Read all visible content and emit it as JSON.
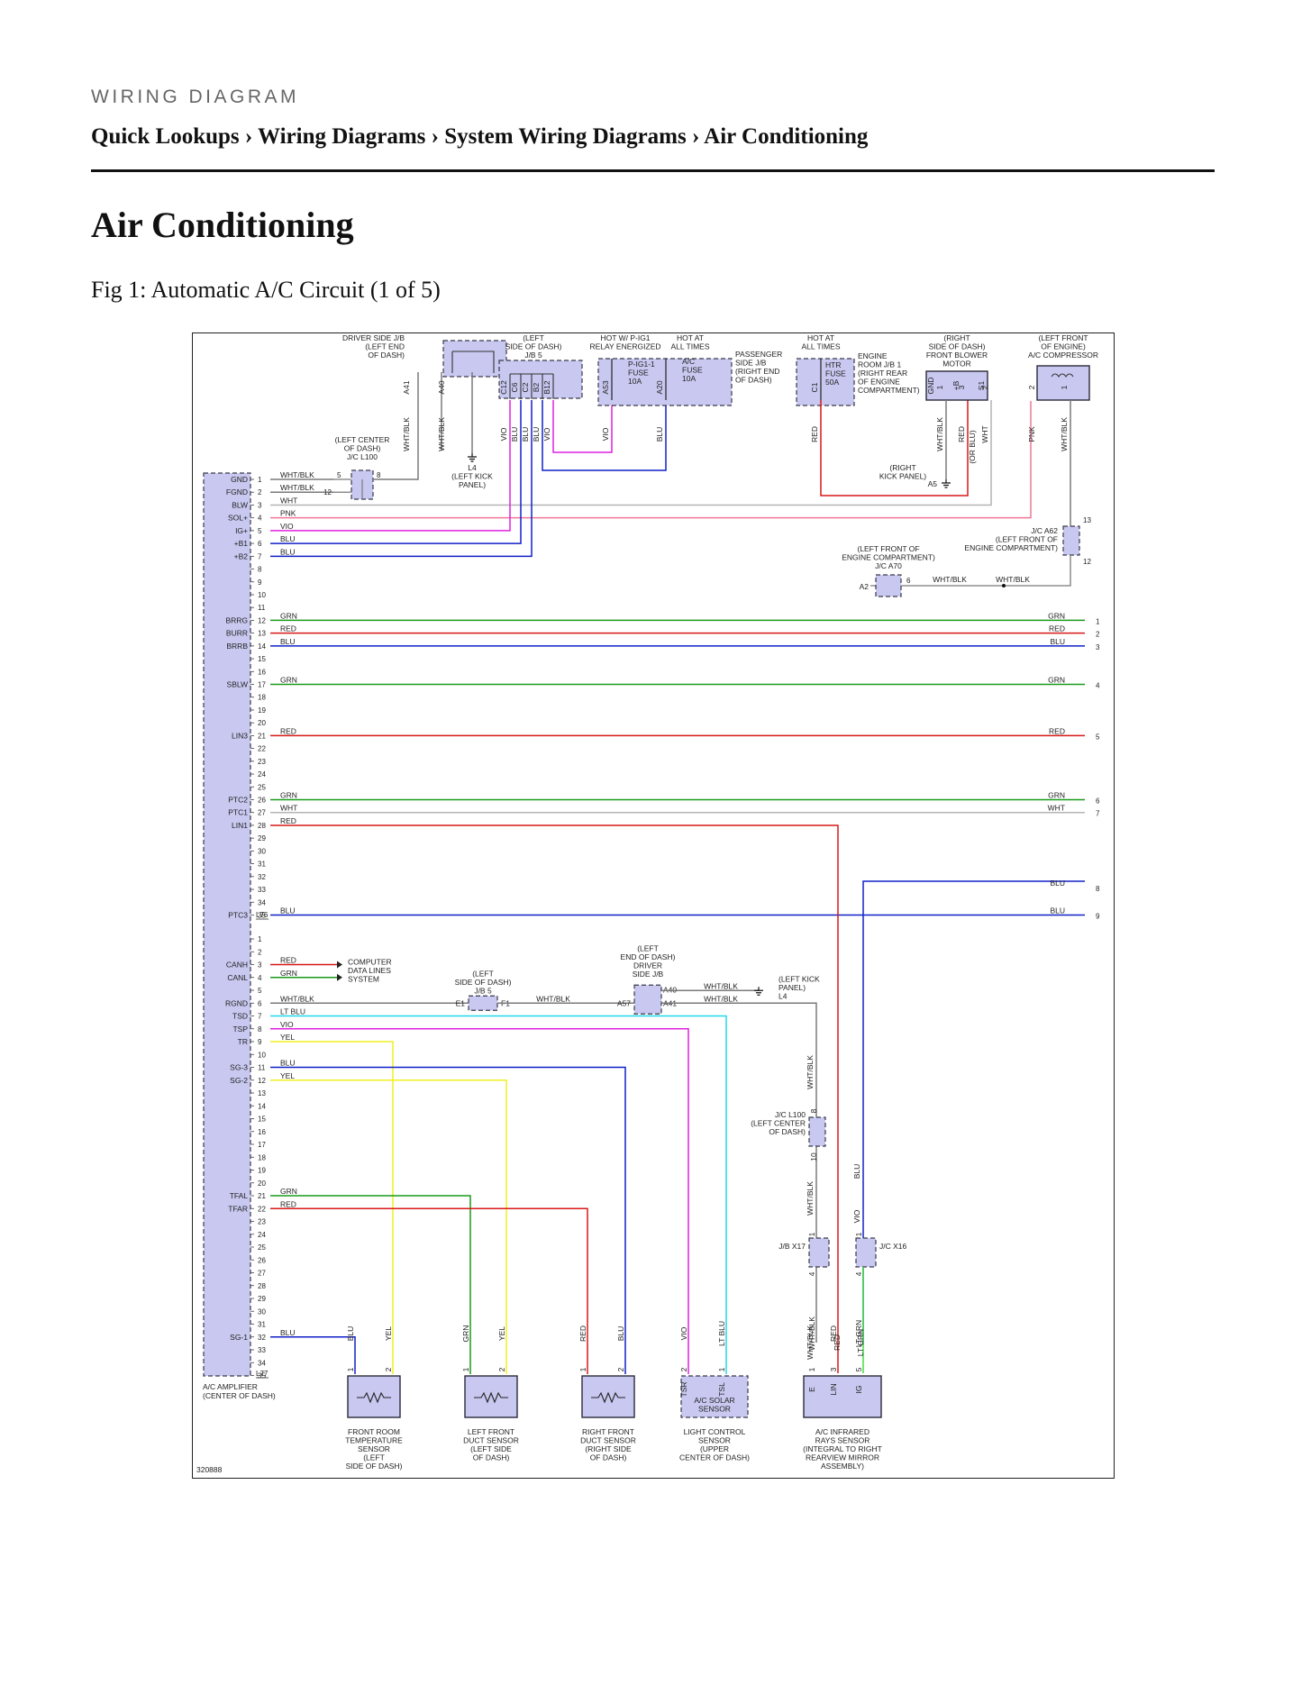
{
  "header": {
    "kicker": "WIRING DIAGRAM",
    "breadcrumb": "Quick Lookups › Wiring Diagrams › System Wiring Diagrams › Air Conditioning",
    "title": "Air Conditioning",
    "figure_caption": "Fig 1: Automatic A/C Circuit (1 of 5)"
  },
  "diagram": {
    "figure_number": "320888",
    "amplifier": {
      "name": "A/C AMPLIFIER",
      "location": "(CENTER OF DASH)",
      "connector_a": "L76",
      "connector_b": "L77"
    },
    "top_components": {
      "driver_jb": [
        "DRIVER SIDE J/B",
        "(LEFT END",
        "OF DASH)"
      ],
      "jb5": [
        "(LEFT",
        "SIDE OF DASH)",
        "J/B 5"
      ],
      "hot_pig1": [
        "HOT W/ P-IG1",
        "RELAY ENERGIZED"
      ],
      "hot_always_1": [
        "HOT AT",
        "ALL TIMES"
      ],
      "passenger_jb": [
        "PASSENGER",
        "SIDE J/B",
        "(RIGHT END",
        "OF DASH)"
      ],
      "fuse_pig1": [
        "P-IG1-1",
        "FUSE",
        "10A"
      ],
      "fuse_ac": [
        "A/C",
        "FUSE",
        "10A"
      ],
      "hot_always_2": [
        "HOT AT",
        "ALL TIMES"
      ],
      "engine_room_jb": [
        "ENGINE",
        "ROOM J/B 1",
        "(RIGHT REAR",
        "OF ENGINE",
        "COMPARTMENT)"
      ],
      "fuse_htr": [
        "HTR",
        "FUSE",
        "50A"
      ],
      "blower_motor": [
        "(RIGHT",
        "SIDE OF DASH)",
        "FRONT BLOWER",
        "MOTOR"
      ],
      "compressor": [
        "(LEFT FRONT",
        "OF ENGINE)",
        "A/C COMPRESSOR"
      ],
      "jc_l100_top": [
        "(LEFT CENTER",
        "OF DASH)",
        "J/C L100"
      ],
      "ground_l4": [
        "L4",
        "(LEFT KICK",
        "PANEL)"
      ],
      "right_kick": [
        "(RIGHT",
        "KICK PANEL)"
      ],
      "ground_a5": "A5",
      "jc_a70": [
        "(LEFT FRONT OF",
        "ENGINE COMPARTMENT)",
        "J/C A70"
      ],
      "jc_a62": [
        "J/C A62",
        "(LEFT FRONT OF",
        "ENGINE COMPARTMENT)"
      ],
      "ground_a2": "A2",
      "blower_pins": [
        "GND",
        "+B",
        "S1"
      ]
    },
    "top_wires": [
      {
        "pin": "A41",
        "color": "WHT/BLK"
      },
      {
        "pin": "A40",
        "color": "WHT/BLK"
      },
      {
        "pin": "C12",
        "color": "VIO"
      },
      {
        "pin": "C6",
        "color": "BLU"
      },
      {
        "pin": "C2",
        "color": "BLU"
      },
      {
        "pin": "B2",
        "color": "BLU"
      },
      {
        "pin": "B12",
        "color": "VIO"
      },
      {
        "pin": "A53",
        "color": "VIO"
      },
      {
        "pin": "A20",
        "color": "BLU"
      },
      {
        "pin": "C1",
        "color": "RED"
      },
      {
        "pin": "1",
        "color": "WHT/BLK"
      },
      {
        "pin": "3",
        "color": "RED"
      },
      {
        "pin": "2",
        "color": "WHT"
      },
      {
        "pin": "2",
        "color": "PNK"
      },
      {
        "pin": "1",
        "color": "WHT/BLK"
      }
    ],
    "misc_labels": {
      "or_blu": "(OR BLU)",
      "jc_l100_pins": [
        "5",
        "8",
        "12"
      ],
      "a62_pins": [
        "13",
        "12"
      ],
      "a70_pin": "6",
      "a70_wires": [
        "WHT/BLK",
        "WHT/BLK"
      ]
    },
    "l76_signals": [
      {
        "pin": "1",
        "name": "GND",
        "color": "WHT/BLK"
      },
      {
        "pin": "2",
        "name": "FGND",
        "color": "WHT/BLK"
      },
      {
        "pin": "3",
        "name": "BLW",
        "color": "WHT"
      },
      {
        "pin": "4",
        "name": "SOL+",
        "color": "PNK"
      },
      {
        "pin": "5",
        "name": "IG+",
        "color": "VIO"
      },
      {
        "pin": "6",
        "name": "+B1",
        "color": "BLU"
      },
      {
        "pin": "7",
        "name": "+B2",
        "color": "BLU"
      },
      {
        "pin": "12",
        "name": "BRRG",
        "color": "GRN",
        "to": "1"
      },
      {
        "pin": "13",
        "name": "BURR",
        "color": "RED",
        "to": "2"
      },
      {
        "pin": "14",
        "name": "BRRB",
        "color": "BLU",
        "to": "3"
      },
      {
        "pin": "17",
        "name": "SBLW",
        "color": "GRN",
        "to": "4"
      },
      {
        "pin": "21",
        "name": "LIN3",
        "color": "RED",
        "to": "5"
      },
      {
        "pin": "26",
        "name": "PTC2",
        "color": "GRN",
        "to": "6"
      },
      {
        "pin": "27",
        "name": "PTC1",
        "color": "WHT",
        "to": "7"
      },
      {
        "pin": "28",
        "name": "LIN1",
        "color": "RED"
      },
      {
        "pin": "35",
        "name": "PTC3",
        "color": "BLU",
        "to": "9"
      }
    ],
    "off_page_8": {
      "color": "BLU",
      "to": "8"
    },
    "l77_signals": [
      {
        "pin": "3",
        "name": "CANH",
        "color": "RED"
      },
      {
        "pin": "4",
        "name": "CANL",
        "color": "GRN"
      },
      {
        "pin": "6",
        "name": "RGND",
        "color": "WHT/BLK"
      },
      {
        "pin": "7",
        "name": "TSD",
        "color": "LT BLU"
      },
      {
        "pin": "8",
        "name": "TSP",
        "color": "VIO"
      },
      {
        "pin": "9",
        "name": "TR",
        "color": "YEL"
      },
      {
        "pin": "11",
        "name": "SG-3",
        "color": "BLU"
      },
      {
        "pin": "12",
        "name": "SG-2",
        "color": "YEL"
      },
      {
        "pin": "21",
        "name": "TFAL",
        "color": "GRN"
      },
      {
        "pin": "22",
        "name": "TFAR",
        "color": "RED"
      },
      {
        "pin": "32",
        "name": "SG-1",
        "color": "BLU"
      }
    ],
    "can_system": [
      "COMPUTER",
      "DATA LINES",
      "SYSTEM"
    ],
    "jb5_lower": [
      "(LEFT",
      "SIDE OF DASH)",
      "J/B 5"
    ],
    "jb5_pins": [
      "E1",
      "F1"
    ],
    "driver_jb_lower": [
      "(LEFT",
      "END OF DASH)",
      "DRIVER",
      "SIDE J/B"
    ],
    "driver_jb_pins": [
      "A57",
      "A40",
      "A41"
    ],
    "lower_wires": [
      "WHT/BLK",
      "WHT/BLK",
      "WHT/BLK"
    ],
    "ground_l4_lower": [
      "(LEFT KICK",
      "PANEL)",
      "L4"
    ],
    "jc_l100_lower": [
      "J/C L100",
      "(LEFT CENTER",
      "OF DASH)"
    ],
    "jc_l100_lower_pins": [
      "8",
      "10"
    ],
    "jb_x17": "J/B X17",
    "jc_x16": "J/C X16",
    "x_pins": [
      "1",
      "4",
      "1",
      "4"
    ],
    "vertical_labels": [
      "WHT/BLK",
      "WHT/BLK",
      "BLU",
      "VIO",
      "WHT/BLK",
      "RED",
      "LT GRN"
    ],
    "sensors": [
      {
        "name": [
          "FRONT ROOM",
          "TEMPERATURE",
          "SENSOR",
          "(LEFT",
          "SIDE OF DASH)"
        ],
        "wires": [
          "BLU",
          "YEL"
        ],
        "pins": [
          "1",
          "2"
        ]
      },
      {
        "name": [
          "LEFT FRONT",
          "DUCT SENSOR",
          "(LEFT SIDE",
          "OF DASH)"
        ],
        "wires": [
          "GRN",
          "YEL"
        ],
        "pins": [
          "1",
          "2"
        ]
      },
      {
        "name": [
          "RIGHT FRONT",
          "DUCT SENSOR",
          "(RIGHT SIDE",
          "OF DASH)"
        ],
        "wires": [
          "RED",
          "BLU"
        ],
        "pins": [
          "1",
          "2"
        ]
      },
      {
        "name": [
          "LIGHT CONTROL",
          "SENSOR",
          "(UPPER",
          "CENTER OF DASH)"
        ],
        "inner": [
          "A/C SOLAR",
          "SENSOR"
        ],
        "wires": [
          "VIO",
          "LT BLU"
        ],
        "pins": [
          "2",
          "1"
        ],
        "pin_names": [
          "TSR",
          "TSL"
        ]
      },
      {
        "name": [
          "A/C INFRARED",
          "RAYS SENSOR",
          "(INTEGRAL TO RIGHT",
          "REARVIEW MIRROR",
          "ASSEMBLY)"
        ],
        "wires": [
          "WHT/BLK",
          "RED",
          "LT GRN"
        ],
        "pins": [
          "1",
          "3",
          "5"
        ],
        "pin_names": [
          "E",
          "LIN",
          "IG"
        ]
      }
    ],
    "colors": {
      "WHT/BLK": "#7a7a7a",
      "WHT": "#b4b4b4",
      "PNK": "#f07896",
      "VIO": "#e020e0",
      "BLU": "#1020c8",
      "GRN": "#1a9a1a",
      "RED": "#d81818",
      "LT BLU": "#20d8e8",
      "YEL": "#f0f020",
      "LT GRN": "#40e040",
      "component_fill": "#c8c8f0"
    }
  }
}
